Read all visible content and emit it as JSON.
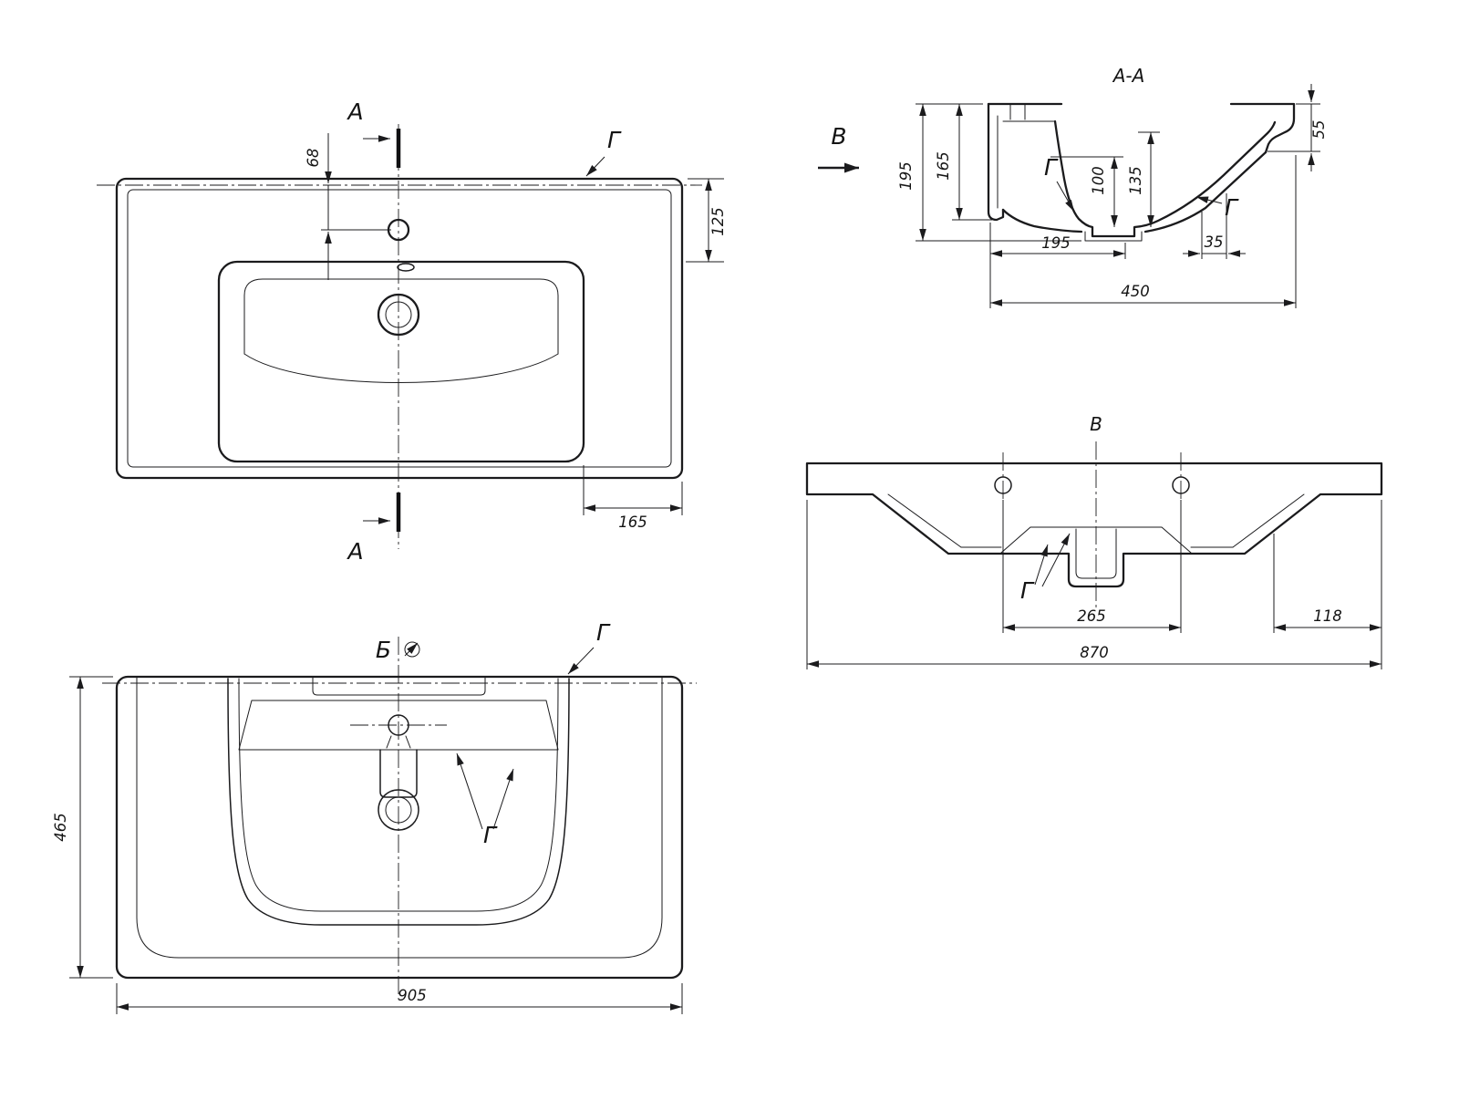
{
  "colors": {
    "line": "#1b1b1d",
    "background": "#ffffff"
  },
  "labels": {
    "section_letter": "А",
    "section_title": "А-А",
    "view_letter": "В",
    "detail_letter": "Г",
    "rotate_letter": "Б"
  },
  "plan": {
    "hole_offset": "68",
    "back_depth": "125",
    "right_inset": "165"
  },
  "section": {
    "h_total": "195",
    "h_back": "165",
    "h_bowl": "100",
    "h_front": "135",
    "h_lip": "55",
    "w_back": "195",
    "w_front": "35",
    "w_total": "450"
  },
  "front": {
    "hole_spacing": "265",
    "end_width": "118",
    "total_width": "870"
  },
  "bottom": {
    "depth": "465",
    "width": "905"
  }
}
